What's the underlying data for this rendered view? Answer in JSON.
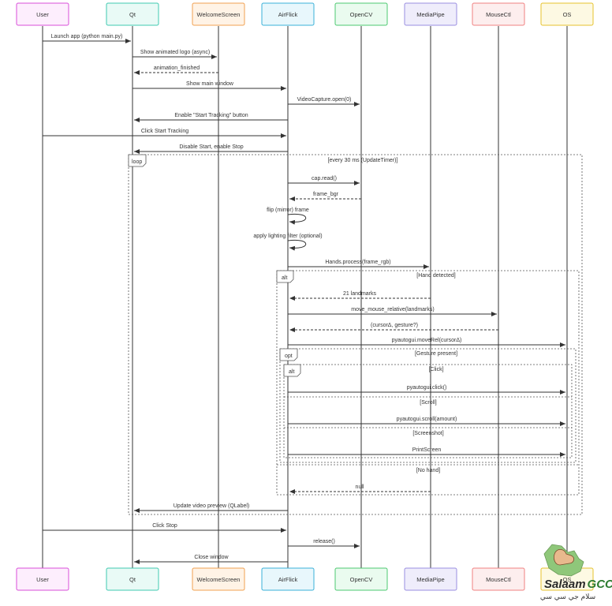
{
  "participants": [
    {
      "id": "user",
      "label": "User",
      "stroke": "#d94fd9",
      "fill": "#fdeefd"
    },
    {
      "id": "qt",
      "label": "Qt",
      "stroke": "#3fc9b0",
      "fill": "#e9faf6"
    },
    {
      "id": "welcome",
      "label": "WelcomeScreen",
      "stroke": "#f0a050",
      "fill": "#fff3e6"
    },
    {
      "id": "airflick",
      "label": "AirFlick",
      "stroke": "#3ab0d8",
      "fill": "#e8f7fc"
    },
    {
      "id": "opencv",
      "label": "OpenCV",
      "stroke": "#4cc970",
      "fill": "#eafbef"
    },
    {
      "id": "mediapipe",
      "label": "MediaPipe",
      "stroke": "#9a8ee0",
      "fill": "#efedfb"
    },
    {
      "id": "mousectl",
      "label": "MouseCtl",
      "stroke": "#f08080",
      "fill": "#fdeeee"
    },
    {
      "id": "os",
      "label": "OS",
      "stroke": "#e6c22e",
      "fill": "#fdf9e3"
    }
  ],
  "messages": [
    {
      "from": "user",
      "to": "qt",
      "text": "Launch app (python main.py)",
      "style": "solid"
    },
    {
      "from": "qt",
      "to": "welcome",
      "text": "Show animated logo (async)",
      "style": "solid"
    },
    {
      "from": "welcome",
      "to": "qt",
      "text": "animation_finished",
      "style": "dashed"
    },
    {
      "from": "qt",
      "to": "airflick",
      "text": "Show main window",
      "style": "solid"
    },
    {
      "from": "airflick",
      "to": "opencv",
      "text": "VideoCapture.open(0)",
      "style": "solid"
    },
    {
      "from": "airflick",
      "to": "qt",
      "text": "Enable \"Start Tracking\" button",
      "style": "solid"
    },
    {
      "from": "user",
      "to": "airflick",
      "text": "Click Start Tracking",
      "style": "solid"
    },
    {
      "from": "airflick",
      "to": "qt",
      "text": "Disable Start, enable Stop",
      "style": "solid"
    },
    {
      "from": "airflick",
      "to": "opencv",
      "text": "cap.read()",
      "style": "solid"
    },
    {
      "from": "opencv",
      "to": "airflick",
      "text": "frame_bgr",
      "style": "dashed"
    },
    {
      "from": "airflick",
      "to": "airflick",
      "text": "flip (mirror) frame",
      "style": "self"
    },
    {
      "from": "airflick",
      "to": "airflick",
      "text": "apply lighting filter (optional)",
      "style": "self"
    },
    {
      "from": "airflick",
      "to": "mediapipe",
      "text": "Hands.process(frame_rgb)",
      "style": "solid"
    },
    {
      "from": "mediapipe",
      "to": "airflick",
      "text": "21 landmarks",
      "style": "dashed"
    },
    {
      "from": "airflick",
      "to": "mousectl",
      "text": "move_mouse_relative(landmarks)",
      "style": "solid"
    },
    {
      "from": "mousectl",
      "to": "airflick",
      "text": "(cursorΔ, gesture?)",
      "style": "dashed"
    },
    {
      "from": "airflick",
      "to": "os",
      "text": "pyautogui.moveRel(cursorΔ)",
      "style": "solid"
    },
    {
      "from": "airflick",
      "to": "os",
      "text": "pyautogui.click()",
      "style": "solid"
    },
    {
      "from": "airflick",
      "to": "os",
      "text": "pyautogui.scroll(amount)",
      "style": "solid"
    },
    {
      "from": "airflick",
      "to": "os",
      "text": "PrintScreen",
      "style": "solid"
    },
    {
      "from": "mediapipe",
      "to": "airflick",
      "text": "null",
      "style": "dashed"
    },
    {
      "from": "airflick",
      "to": "qt",
      "text": "Update video preview (QLabel)",
      "style": "solid"
    },
    {
      "from": "user",
      "to": "airflick",
      "text": "Click Stop",
      "style": "solid"
    },
    {
      "from": "airflick",
      "to": "opencv",
      "text": "release()",
      "style": "solid"
    },
    {
      "from": "airflick",
      "to": "qt",
      "text": "Close window",
      "style": "solid"
    }
  ],
  "fragments": [
    {
      "keyword": "loop",
      "guard": "[every 30 ms (UpdateTimer)]"
    },
    {
      "keyword": "alt",
      "guard": "[Hand detected]",
      "else_guard": "[No hand]"
    },
    {
      "keyword": "opt",
      "guard": "[Gesture present]"
    },
    {
      "keyword": "alt",
      "guard": "[Click]",
      "else_guards": [
        "[Scroll]",
        "[Screenshot]"
      ]
    }
  ],
  "watermark": {
    "latin": "Salaam",
    "latin_accent": "GCC",
    "arabic": "سلام جي سي سي"
  }
}
